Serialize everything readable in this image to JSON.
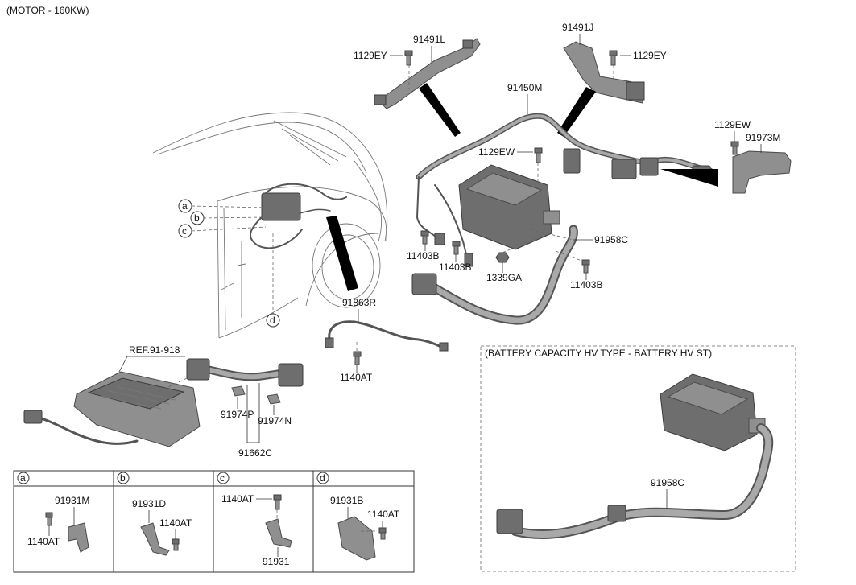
{
  "title": "(MOTOR - 160KW)",
  "battery_box_title": "(BATTERY CAPACITY HV TYPE - BATTERY HV ST)",
  "ref_label": "REF.91-918",
  "callouts": {
    "a": "a",
    "b": "b",
    "c": "c",
    "d": "d"
  },
  "parts": {
    "p91491L": "91491L",
    "p1129EY_left": "1129EY",
    "p91491J": "91491J",
    "p1129EY_right": "1129EY",
    "p91450M": "91450M",
    "p1129EW_right": "1129EW",
    "p91973M": "91973M",
    "p1129EW_center": "1129EW",
    "p91958C": "91958C",
    "p11403B_1": "11403B",
    "p11403B_2": "11403B",
    "p1339GA": "1339GA",
    "p11403B_3": "11403B",
    "p91863R": "91863R",
    "p1140AT_mid": "1140AT",
    "p91974P": "91974P",
    "p91974N": "91974N",
    "p91662C": "91662C",
    "p91958C_box": "91958C"
  },
  "detail_panels": [
    {
      "letter": "a",
      "part_1": "91931M",
      "part_2": "1140AT"
    },
    {
      "letter": "b",
      "part_1": "91931D",
      "part_2": "1140AT"
    },
    {
      "letter": "c",
      "part_1": "1140AT",
      "part_2": "91931"
    },
    {
      "letter": "d",
      "part_1": "91931B",
      "part_2": "1140AT"
    }
  ]
}
